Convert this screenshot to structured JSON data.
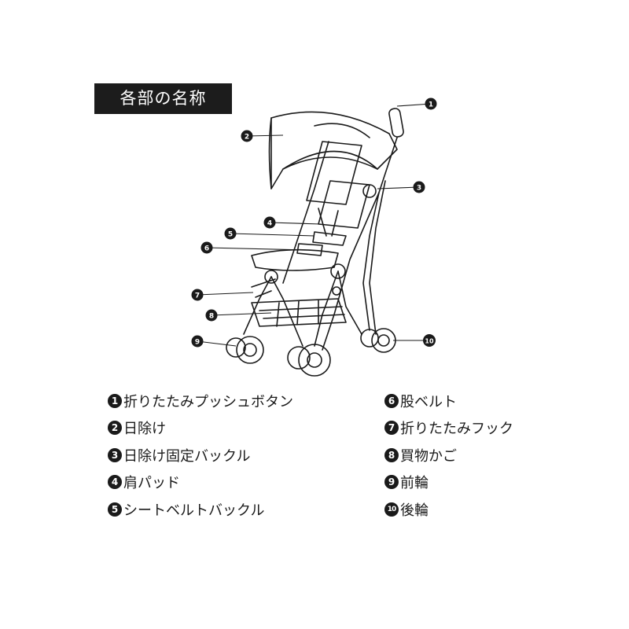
{
  "title": "各部の名称",
  "colors": {
    "ink": "#1a1a1a",
    "background": "#ffffff"
  },
  "callouts": [
    {
      "num": "1",
      "label": "折りたたみプッシュボタン"
    },
    {
      "num": "2",
      "label": "日除け"
    },
    {
      "num": "3",
      "label": "日除け固定バックル"
    },
    {
      "num": "4",
      "label": "肩パッド"
    },
    {
      "num": "5",
      "label": "シートベルトバックル"
    },
    {
      "num": "6",
      "label": "股ベルト"
    },
    {
      "num": "7",
      "label": "折りたたみフック"
    },
    {
      "num": "8",
      "label": "買物かご"
    },
    {
      "num": "9",
      "label": "前輪"
    },
    {
      "num": "10",
      "label": "後輪"
    }
  ]
}
